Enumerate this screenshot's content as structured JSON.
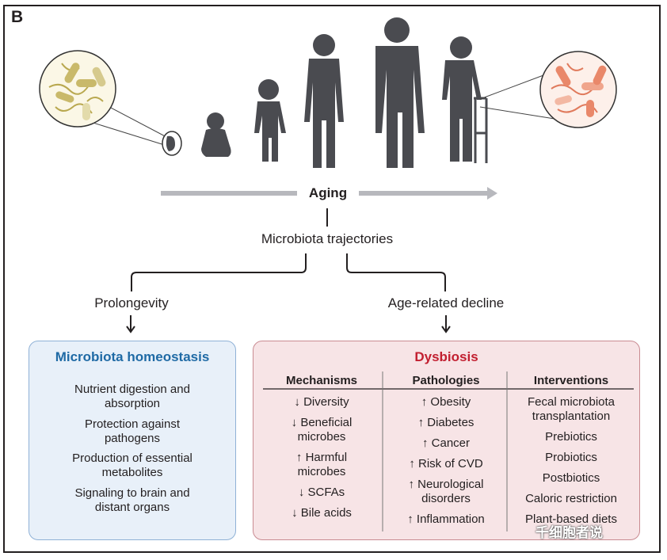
{
  "panel_label": "B",
  "timeline": {
    "aging_label": "Aging",
    "trajectory_label": "Microbiota trajectories"
  },
  "branches": {
    "left": "Prolongevity",
    "right": "Age-related decline"
  },
  "homeostasis": {
    "title": "Microbiota homeostasis",
    "items": [
      [
        "Nutrient digestion and",
        "absorption"
      ],
      [
        "Protection against",
        "pathogens"
      ],
      [
        "Production of essential",
        "metabolites"
      ],
      [
        "Signaling to brain and",
        "distant organs"
      ]
    ]
  },
  "dysbiosis": {
    "title": "Dysbiosis",
    "columns": [
      {
        "header": "Mechanisms",
        "items": [
          {
            "arrow": "down",
            "lines": [
              "Diversity"
            ]
          },
          {
            "arrow": "down",
            "lines": [
              "Beneficial",
              "microbes"
            ]
          },
          {
            "arrow": "up",
            "lines": [
              "Harmful",
              "microbes"
            ]
          },
          {
            "arrow": "down",
            "lines": [
              "SCFAs"
            ]
          },
          {
            "arrow": "down",
            "lines": [
              "Bile acids"
            ]
          }
        ]
      },
      {
        "header": "Pathologies",
        "items": [
          {
            "arrow": "up",
            "lines": [
              "Obesity"
            ]
          },
          {
            "arrow": "up",
            "lines": [
              "Diabetes"
            ]
          },
          {
            "arrow": "up",
            "lines": [
              "Cancer"
            ]
          },
          {
            "arrow": "up",
            "lines": [
              "Risk of CVD"
            ]
          },
          {
            "arrow": "up",
            "lines": [
              "Neurological",
              "disorders"
            ]
          },
          {
            "arrow": "up",
            "lines": [
              "Inflammation"
            ]
          }
        ]
      },
      {
        "header": "Interventions",
        "items": [
          {
            "lines": [
              "Fecal microbiota",
              "transplantation"
            ]
          },
          {
            "lines": [
              "Prebiotics"
            ]
          },
          {
            "lines": [
              "Probiotics"
            ]
          },
          {
            "lines": [
              "Postbiotics"
            ]
          },
          {
            "lines": [
              "Caloric restriction"
            ]
          },
          {
            "lines": [
              "Plant-based diets"
            ]
          }
        ]
      }
    ]
  },
  "watermark": "千细胞者说",
  "colors": {
    "homeostasis_title": "#1f6aa5",
    "dysbiosis_title": "#c21f30",
    "silhouette": "#4a4b50",
    "healthy_microbe": "#c9b96a",
    "dysbiotic_microbe": "#e9886a"
  }
}
